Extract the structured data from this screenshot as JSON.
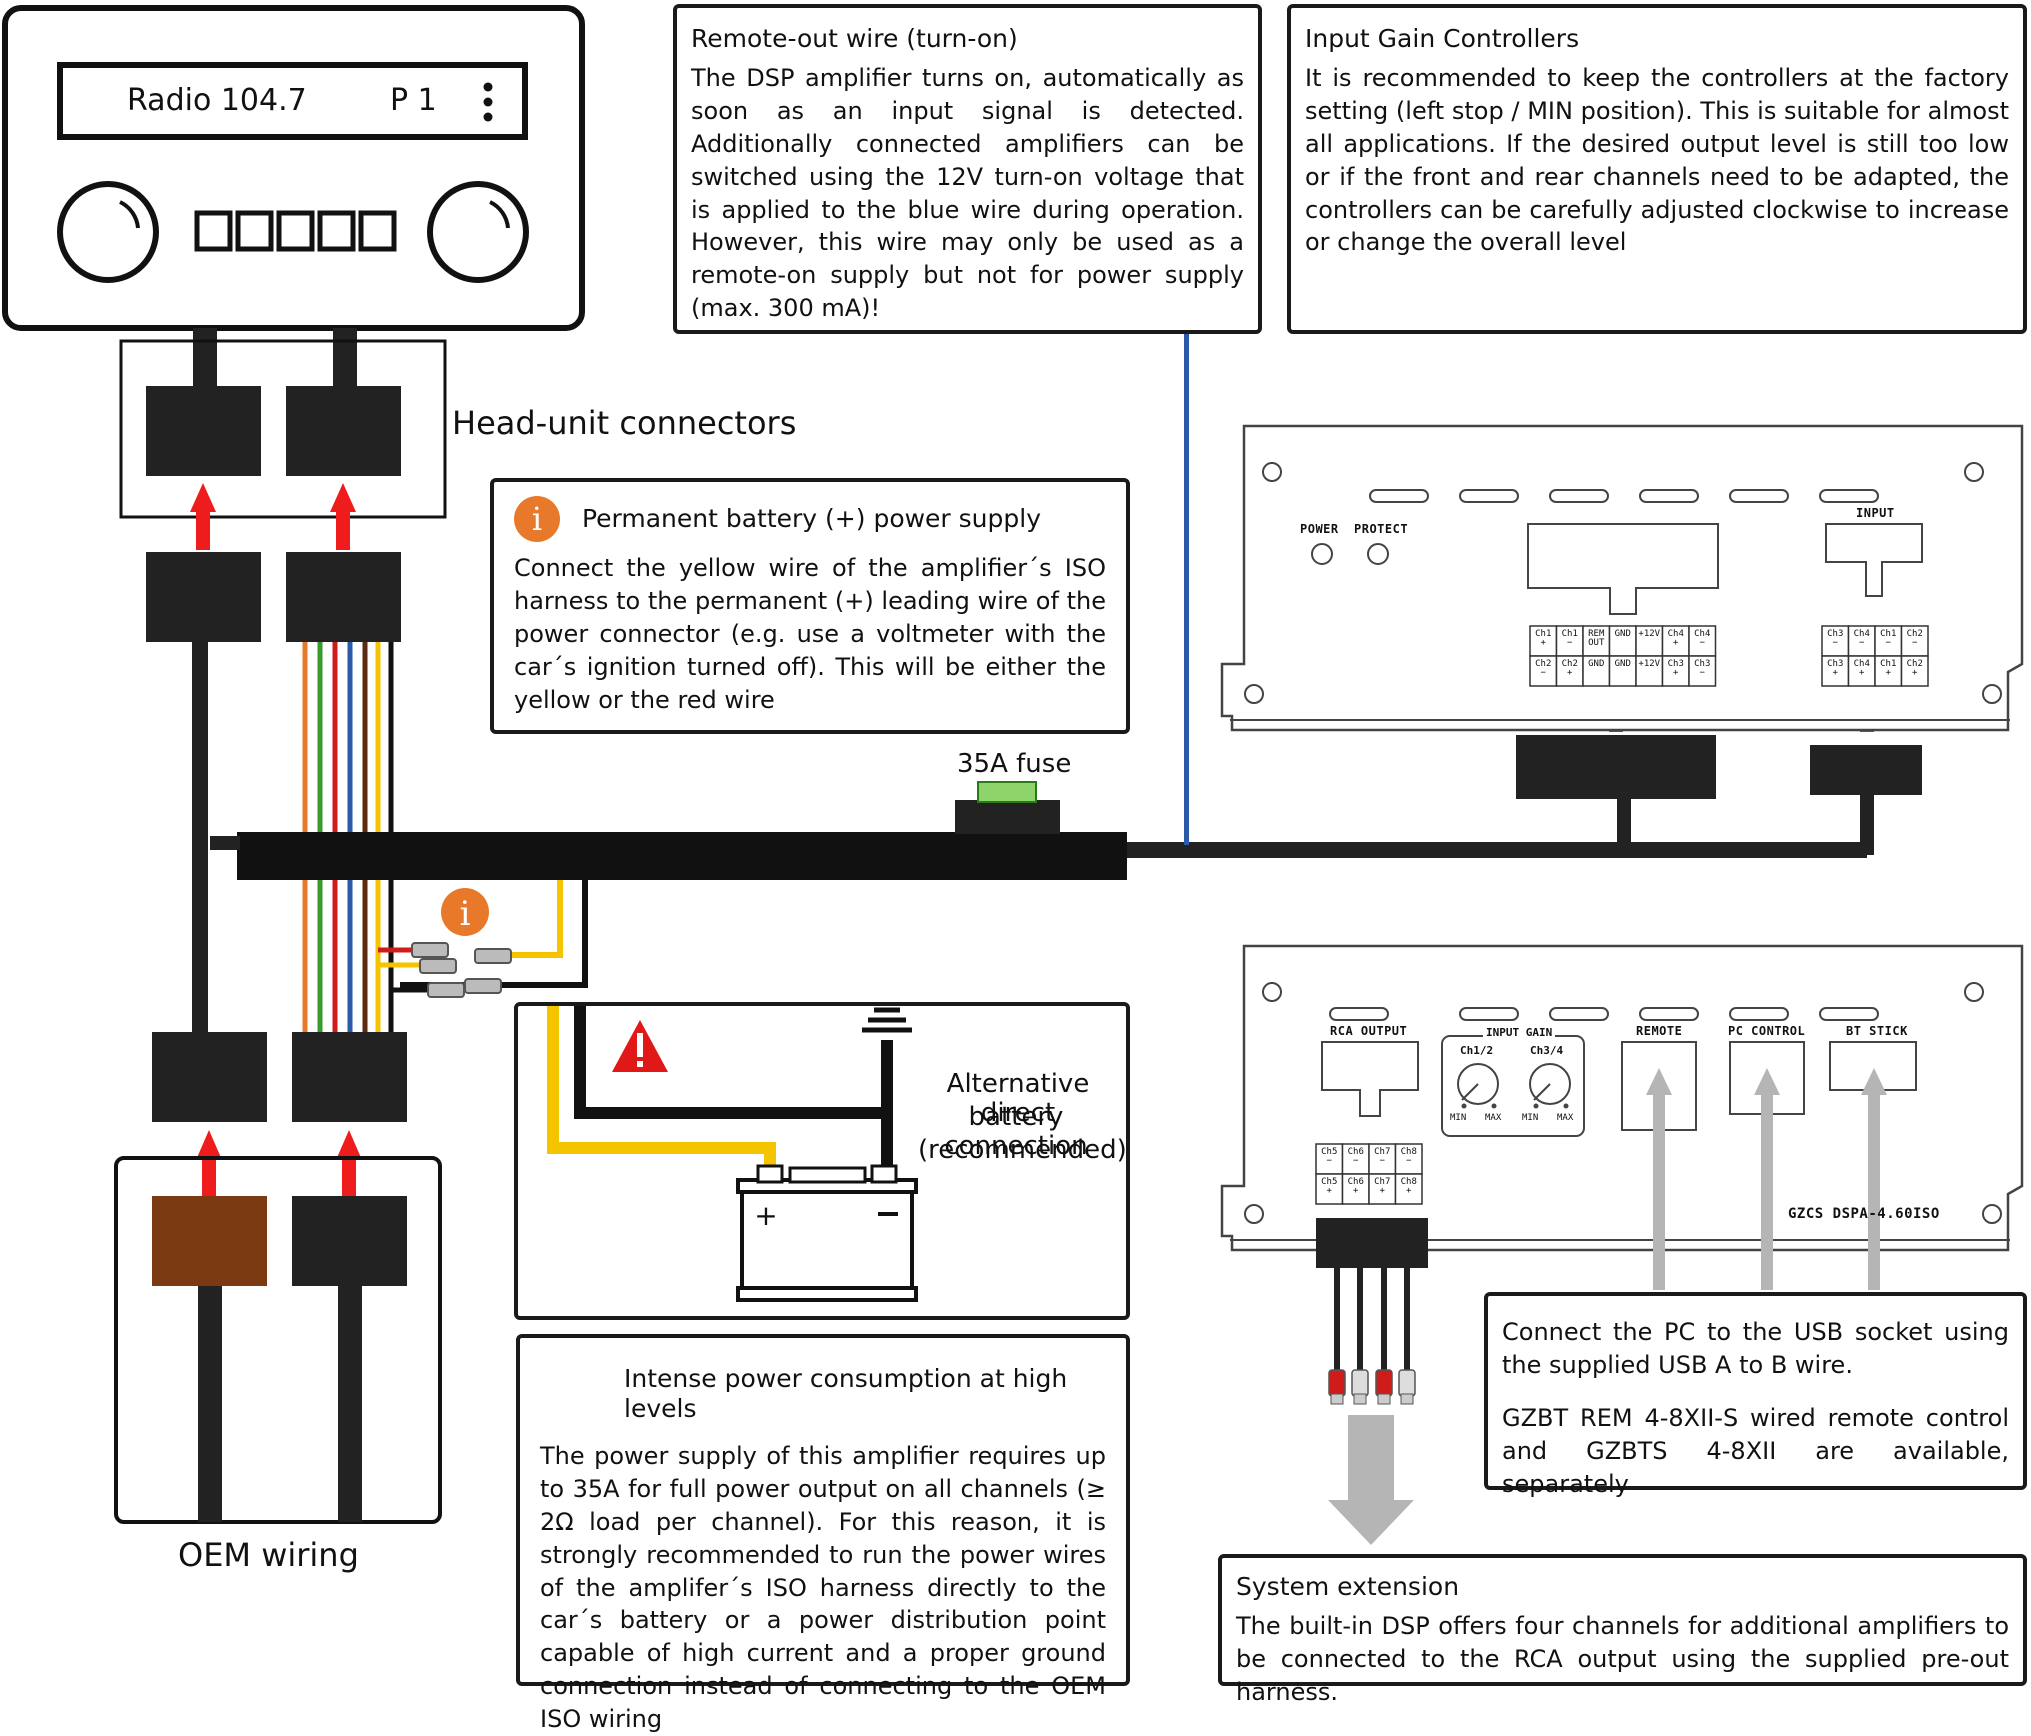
{
  "radio": {
    "display": "Radio 104.7",
    "preset": "P 1"
  },
  "labels": {
    "head_unit_connectors": "Head-unit connectors",
    "oem_wiring": "OEM wiring",
    "fuse": "35A fuse",
    "alt_battery_1": "Alternative direct",
    "alt_battery_2": "battery connection",
    "alt_battery_3": "(recommended)"
  },
  "remote_out": {
    "title": "Remote-out wire (turn-on)",
    "body": "The DSP amplifier turns on, automatically as soon as an input signal is detected. Additionally connected amplifiers can be switched using the 12V turn-on voltage that is applied to the blue wire during operation. However, this wire may only be used as a remote-on supply but not for power supply (max. 300 mA)!"
  },
  "input_gain": {
    "title": "Input Gain Controllers",
    "body": "It is recommended to keep the controllers at the factory setting (left stop / MIN position). This is suitable for almost all applications. If the desired output level is still too low or if the front and rear channels need to be adapted, the controllers can be carefully adjusted clockwise to increase or change the overall level"
  },
  "permanent": {
    "title": "Permanent battery (+) power supply",
    "body": "Connect the yellow wire of the amplifier´s ISO harness to the permanent (+) leading wire of the power connector (e.g. use a voltmeter with the car´s ignition turned off). This will be either the yellow or the red wire"
  },
  "intense": {
    "title": "Intense power consumption at high levels",
    "body": "The power supply of this amplifier requires up to 35A for full power output on all channels (≥ 2Ω load per channel). For this reason, it is strongly recommended to run the power wires of the amplifer´s ISO harness directly to the car´s battery or a power distribution point capable of high current and a proper ground connection instead of connecting to the OEM ISO wiring"
  },
  "usb_note": {
    "line1": "Connect the PC to the USB socket using the supplied USB A to B wire.",
    "line2": "GZBT REM 4-8XII-S wired remote control and GZBTS 4-8XII are available, separately"
  },
  "system_ext": {
    "title": "System extension",
    "body": "The built-in DSP offers four channels for additional amplifiers to be connected to the RCA output using the supplied pre-out harness."
  },
  "amp_top": {
    "power": "POWER",
    "protect": "PROTECT",
    "input": "INPUT",
    "pins_row1": [
      "Ch1 +",
      "Ch1 −",
      "REM OUT",
      "GND",
      "+12V",
      "Ch4 +",
      "Ch4 −"
    ],
    "pins_row2": [
      "Ch2 −",
      "Ch2 +",
      "GND",
      "GND",
      "+12V",
      "Ch3 +",
      "Ch3 −"
    ],
    "input_row1": [
      "Ch3 −",
      "Ch4 −",
      "Ch1 −",
      "Ch2 −"
    ],
    "input_row2": [
      "Ch3 +",
      "Ch4 +",
      "Ch1 +",
      "Ch2 +"
    ]
  },
  "amp_bottom": {
    "rca_output": "RCA OUTPUT",
    "input_gain": "INPUT GAIN",
    "ch12": "Ch1/2",
    "ch34": "Ch3/4",
    "min": "MIN",
    "max": "MAX",
    "remote": "REMOTE",
    "pc_control": "PC CONTROL",
    "bt_stick": "BT STICK",
    "model": "GZCS DSPA-4.60ISO",
    "pins_row1": [
      "Ch5 −",
      "Ch6 −",
      "Ch7 −",
      "Ch8 −"
    ],
    "pins_row2": [
      "Ch5 +",
      "Ch6 +",
      "Ch7 +",
      "Ch8 +"
    ]
  },
  "colors": {
    "red_arrow": "#ee1c1c",
    "orange_icon": "#e8792b",
    "blue_wire": "#2b5aa8",
    "yellow_wire": "#f5c400",
    "brown_connector": "#7b3a12",
    "grey_arrow": "#b5b5b5"
  }
}
